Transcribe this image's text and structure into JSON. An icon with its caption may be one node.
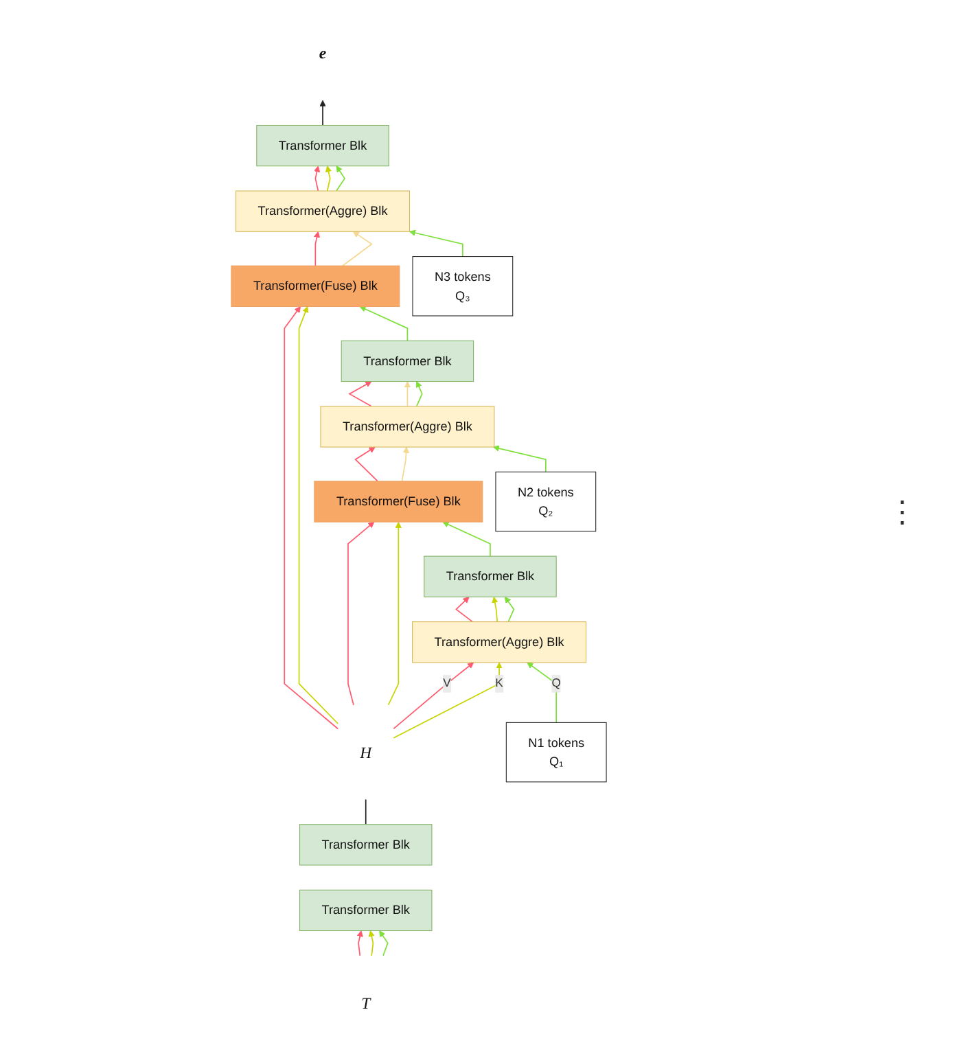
{
  "diagram": {
    "nodes": [
      {
        "text": [
          "e"
        ]
      },
      {
        "text": [
          "Transformer Blk"
        ]
      },
      {
        "text": [
          "Transformer(Aggre) Blk"
        ]
      },
      {
        "text": [
          "N3 tokens",
          "Q₃"
        ]
      },
      {
        "text": [
          "Transformer(Fuse) Blk"
        ]
      },
      {
        "text": [
          "H"
        ]
      },
      {
        "text": [
          "Transformer Blk"
        ]
      },
      {
        "text": [
          "Transformer(Aggre) Blk"
        ]
      },
      {
        "text": [
          "N2 tokens",
          "Q₂"
        ]
      },
      {
        "text": [
          "Transformer(Fuse) Blk"
        ]
      },
      {
        "text": [
          "Transformer Blk"
        ]
      },
      {
        "text": [
          "Transformer Blk"
        ]
      },
      {
        "text": [
          "T"
        ]
      },
      {
        "text": [
          "Transformer Blk"
        ]
      },
      {
        "text": [
          "Transformer(Aggre) Blk"
        ]
      },
      {
        "text": [
          "N1 tokens",
          "Q₁"
        ]
      }
    ],
    "edges": [
      {
        "from": 12,
        "to": 11,
        "arrow": "to",
        "color": "#ff5a6e"
      },
      {
        "from": 12,
        "to": 11,
        "arrow": "to",
        "color": "#c8d400"
      },
      {
        "from": 12,
        "to": 11,
        "arrow": "to",
        "color": "#7fe03a"
      },
      {
        "from": 10,
        "to": 5,
        "arrow": "none",
        "color": "#222222"
      },
      {
        "from": 5,
        "to": 14,
        "arrow": "to",
        "label": "V",
        "color": "#ff5a6e"
      },
      {
        "from": 5,
        "to": 14,
        "arrow": "to",
        "label": "K",
        "color": "#c8d400"
      },
      {
        "from": 15,
        "to": 14,
        "arrow": "to",
        "label": "Q",
        "color": "#7fe03a"
      },
      {
        "from": 14,
        "to": 13,
        "arrow": "to",
        "color": "#ff5a6e"
      },
      {
        "from": 14,
        "to": 13,
        "arrow": "to",
        "color": "#c8d400"
      },
      {
        "from": 14,
        "to": 13,
        "arrow": "to",
        "color": "#7fe03a"
      },
      {
        "from": 5,
        "to": 9,
        "arrow": "to",
        "color": "#ff5a6e"
      },
      {
        "from": 5,
        "to": 9,
        "arrow": "to",
        "color": "#c8d400"
      },
      {
        "from": 13,
        "to": 9,
        "arrow": "to",
        "color": "#7fe03a"
      },
      {
        "from": 9,
        "to": 7,
        "arrow": "to",
        "color": "#ff5a6e"
      },
      {
        "from": 9,
        "to": 7,
        "arrow": "to",
        "color": "#f5d890"
      },
      {
        "from": 8,
        "to": 7,
        "arrow": "to",
        "color": "#7fe03a"
      },
      {
        "from": 7,
        "to": 6,
        "arrow": "to",
        "color": "#ff5a6e"
      },
      {
        "from": 7,
        "to": 6,
        "arrow": "to",
        "color": "#f5d890"
      },
      {
        "from": 7,
        "to": 6,
        "arrow": "to",
        "color": "#7fe03a"
      },
      {
        "from": 5,
        "to": 4,
        "arrow": "to",
        "color": "#ff5a6e"
      },
      {
        "from": 5,
        "to": 4,
        "arrow": "to",
        "color": "#c8d400"
      },
      {
        "from": 6,
        "to": 4,
        "arrow": "to",
        "color": "#7fe03a"
      },
      {
        "from": 4,
        "to": 2,
        "arrow": "to",
        "color": "#ff5a6e"
      },
      {
        "from": 4,
        "to": 2,
        "arrow": "to",
        "color": "#f5d890"
      },
      {
        "from": 3,
        "to": 2,
        "arrow": "to",
        "color": "#7fe03a"
      },
      {
        "from": 2,
        "to": 1,
        "arrow": "to",
        "color": "#ff5a6e"
      },
      {
        "from": 2,
        "to": 1,
        "arrow": "to",
        "color": "#c8d400"
      },
      {
        "from": 2,
        "to": 1,
        "arrow": "to",
        "color": "#7fe03a"
      },
      {
        "from": 1,
        "to": 0,
        "arrow": "to",
        "color": "#222222"
      }
    ],
    "labels": [
      "⋮"
    ]
  }
}
